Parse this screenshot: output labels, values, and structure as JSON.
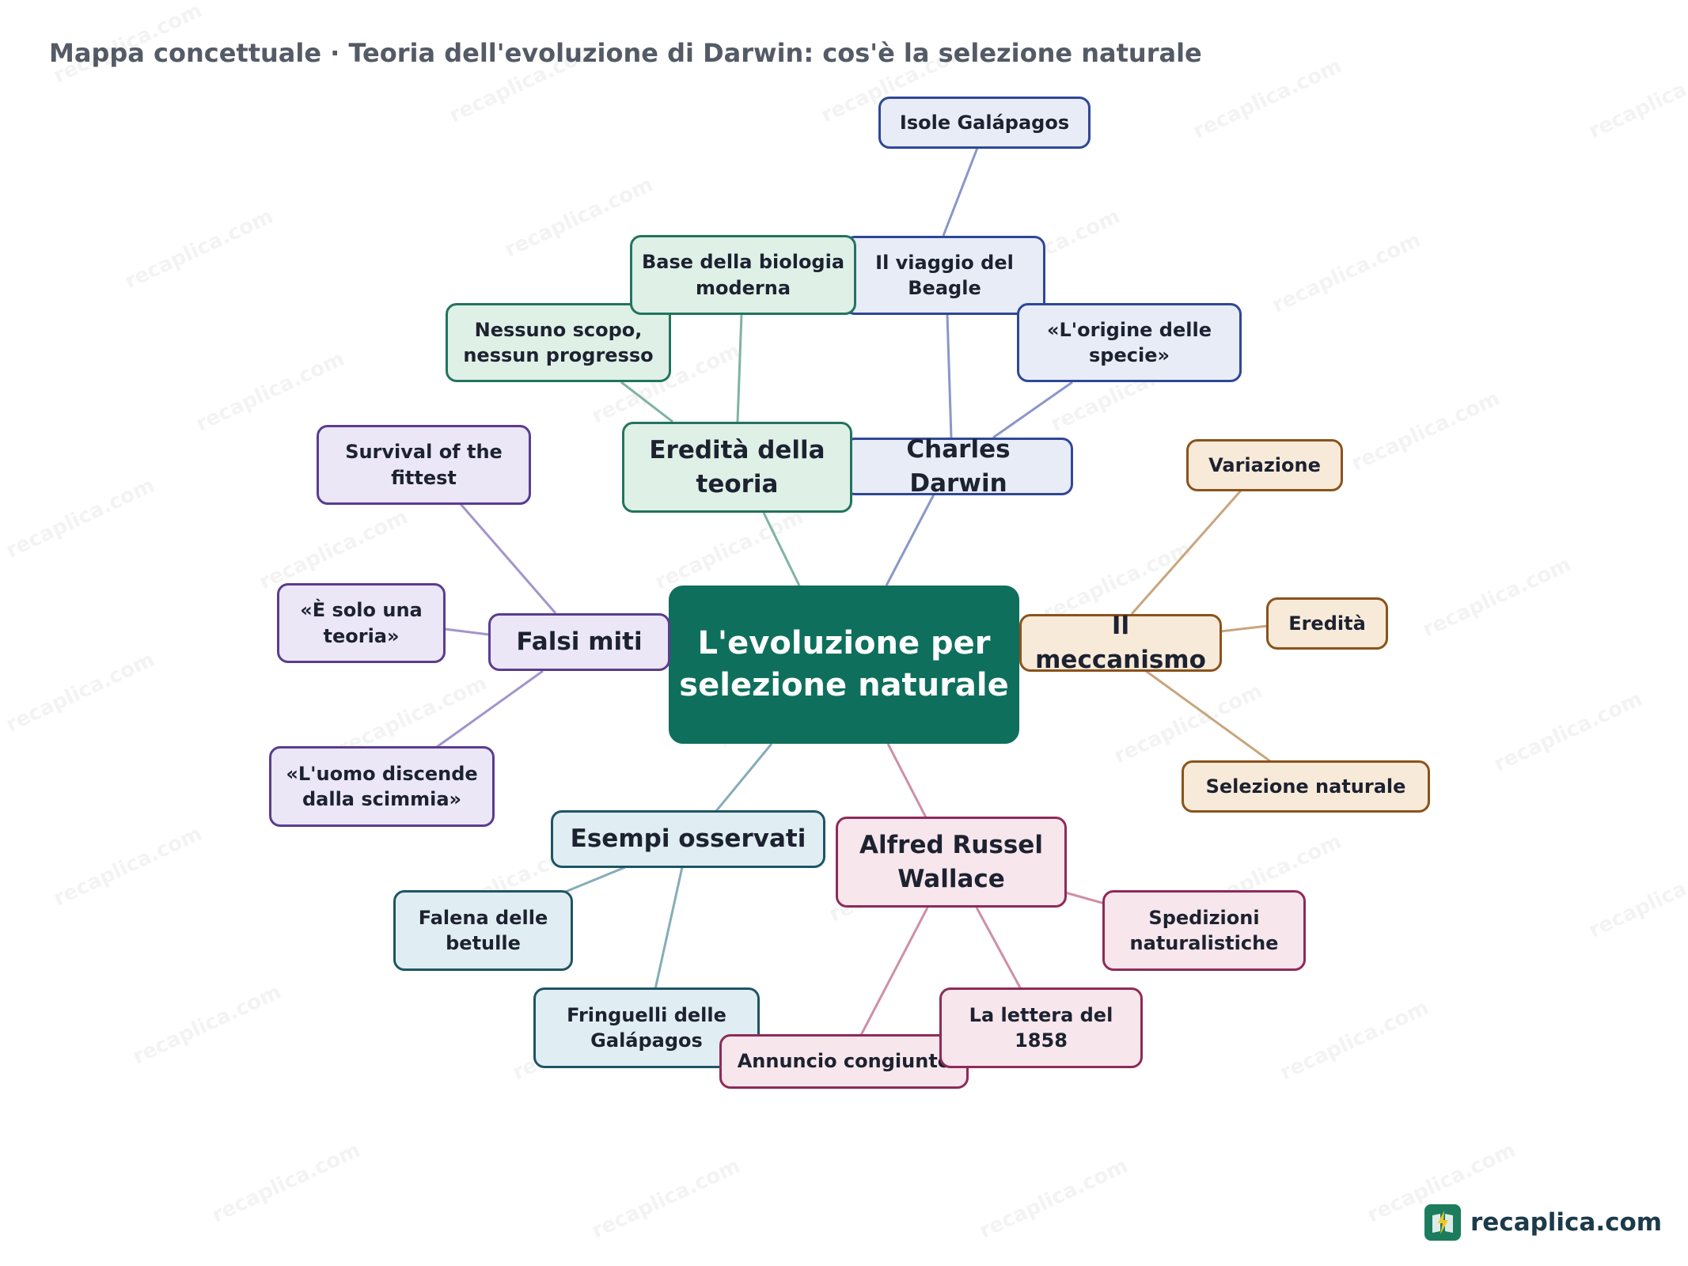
{
  "title": "Mappa concettuale · Teoria dell'evoluzione di Darwin: cos'è la selezione naturale",
  "watermark": "recaplica.com",
  "brand": {
    "name": "recaplica.com",
    "color": "#1b7c5e"
  },
  "center": {
    "label": "L'evoluzione per selezione naturale"
  },
  "branches": {
    "darwin": {
      "label": "Charles Darwin",
      "children": [
        "Il viaggio del Beagle",
        "«L'origine delle specie»"
      ],
      "grandchild": "Isole Galápagos"
    },
    "eredita": {
      "label": "Eredità della teoria",
      "children": [
        "Base della biologia moderna",
        "Nessuno scopo, nessun progresso"
      ]
    },
    "meccanismo": {
      "label": "Il meccanismo",
      "children": [
        "Variazione",
        "Eredità",
        "Selezione naturale"
      ]
    },
    "miti": {
      "label": "Falsi miti",
      "children": [
        "Survival of the fittest",
        "«È solo una teoria»",
        "«L'uomo discende dalla scimmia»"
      ]
    },
    "esempi": {
      "label": "Esempi osservati",
      "children": [
        "Falena delle betulle",
        "Fringuelli delle Galápagos"
      ]
    },
    "wallace": {
      "label": "Alfred Russel Wallace",
      "children": [
        "Spedizioni naturalistiche",
        "La lettera del 1858",
        "Annuncio congiunto"
      ]
    }
  },
  "colors": {
    "center": "#0e6f5c",
    "darwin": "#2f4796",
    "eredita": "#22745e",
    "meccanismo": "#8a531c",
    "miti": "#5b3c90",
    "esempi": "#1f5563",
    "wallace": "#8e2b58"
  }
}
